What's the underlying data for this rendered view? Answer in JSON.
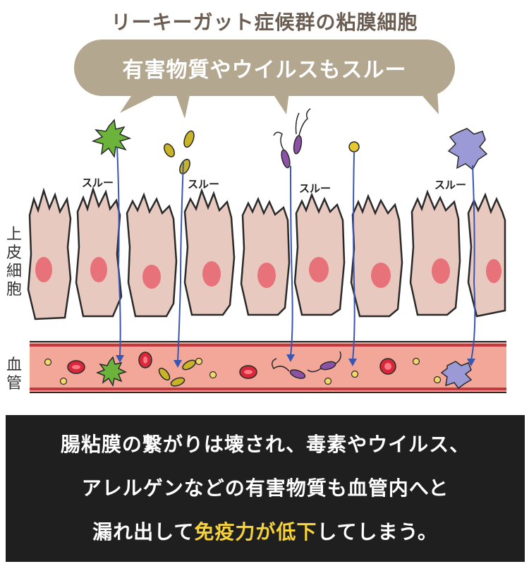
{
  "title": "リーキーガット症候群の粘膜細胞",
  "bubble": {
    "text": "有害物質やウイルスもスルー"
  },
  "labels": {
    "epithelial_cells": "上皮細胞",
    "epithelial_chars": [
      "上",
      "皮",
      "細",
      "胞"
    ],
    "blood_vessel": "血管",
    "blood_chars": [
      "血",
      "管"
    ],
    "pass_through": "スルー"
  },
  "caption": {
    "line1": "腸粘膜の繋がりは壊され、毒素やウイルス、",
    "line2": "アレルゲンなどの有害物質も血管内へと",
    "line3_before": "漏れ出して",
    "line3_highlight": "免疫力が低下",
    "line3_after": "してしまう。"
  },
  "colors": {
    "title": "#6b5d52",
    "bubble": "#b3a78f",
    "cell_fill": "#e8c9c0",
    "nucleus": "#e8727a",
    "vessel_wall": "#c4393f",
    "vessel_fill": "#f2a799",
    "arrow": "#3a56b0",
    "highlight": "#f5d23a"
  },
  "pathogens": [
    {
      "name": "green-virus",
      "color": "#6bb33a"
    },
    {
      "name": "yellow-bacteria",
      "color": "#c9b326"
    },
    {
      "name": "purple-bacteria",
      "color": "#8b52a6"
    },
    {
      "name": "yellow-particle",
      "color": "#e6c92e"
    },
    {
      "name": "blue-allergen",
      "color": "#9c9ad6"
    }
  ]
}
